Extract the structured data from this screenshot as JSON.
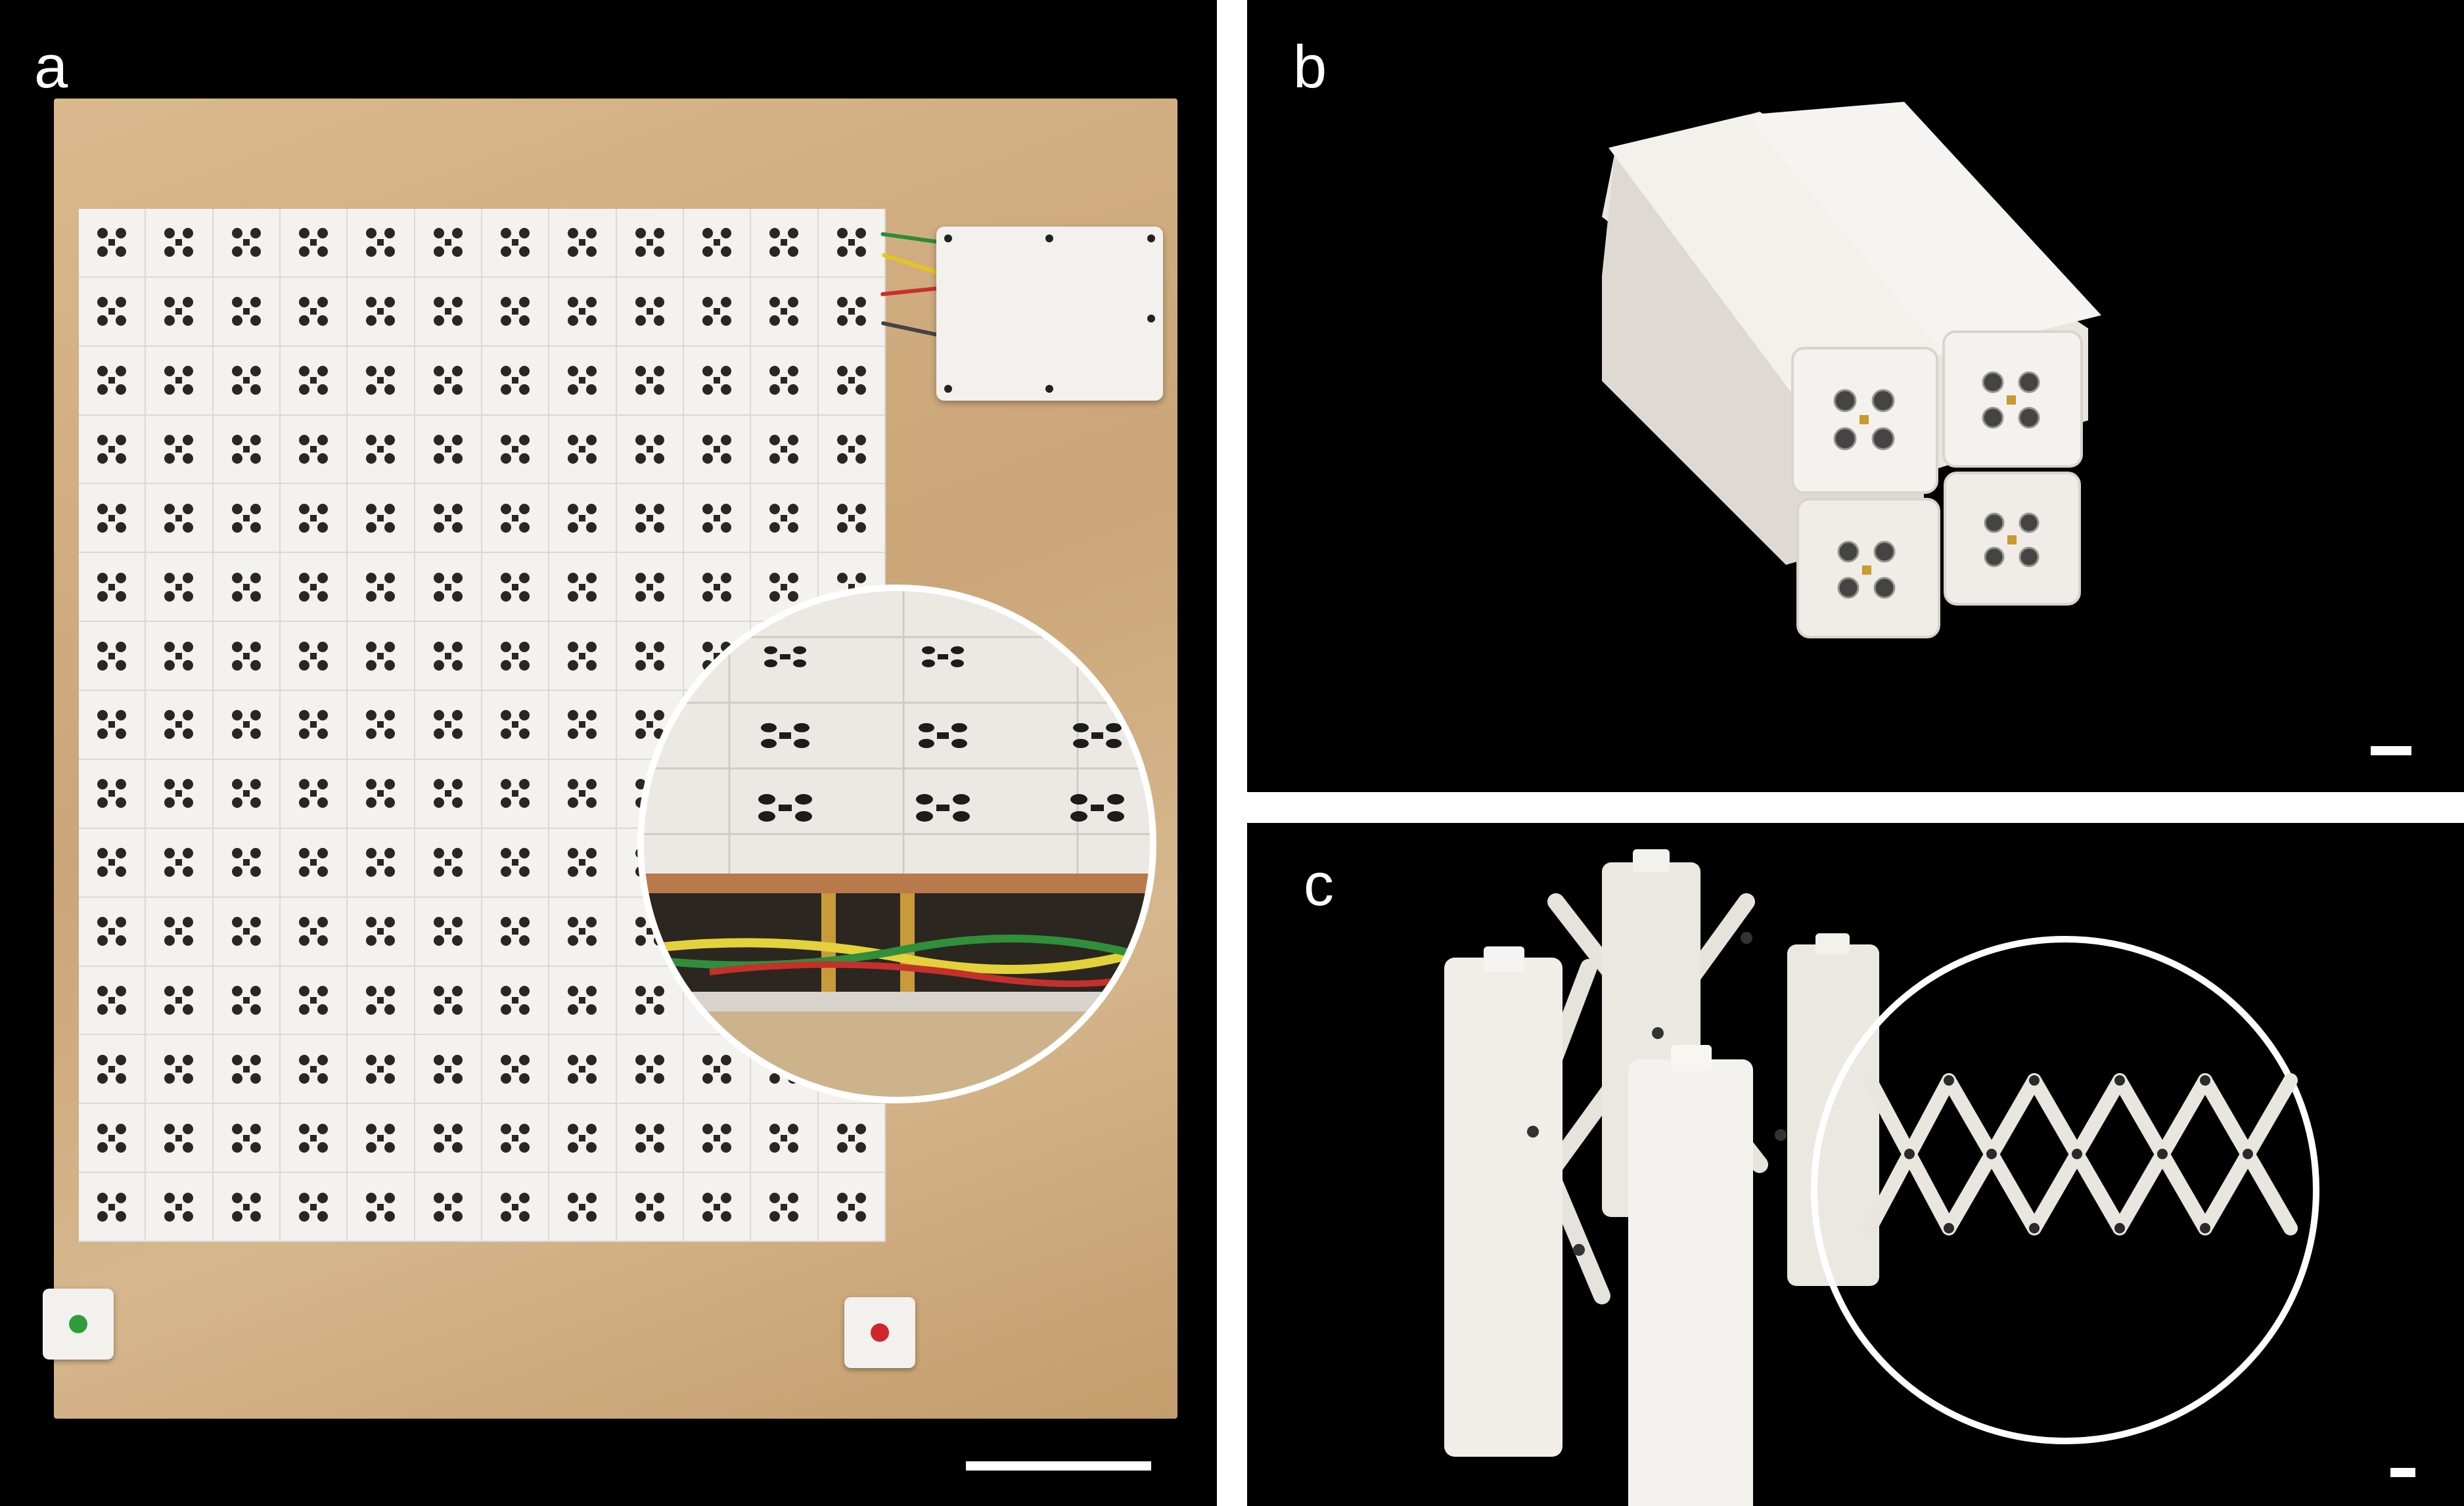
{
  "panels": [
    {
      "id": "a",
      "label": "a"
    },
    {
      "id": "b",
      "label": "b"
    },
    {
      "id": "c",
      "label": "c"
    }
  ],
  "colors": {
    "background": "#000000",
    "separator": "#ffffff",
    "board_wood": "#caa577",
    "module_white": "#f3f1ee",
    "indicator_green": "#2f9e3a",
    "indicator_red": "#d0262b"
  },
  "grid": {
    "columns": 12,
    "rows": 15
  },
  "icons": {
    "tile_pattern": "four-hole-cross-icon",
    "status_green": "green-indicator-icon",
    "status_red": "red-indicator-icon"
  }
}
